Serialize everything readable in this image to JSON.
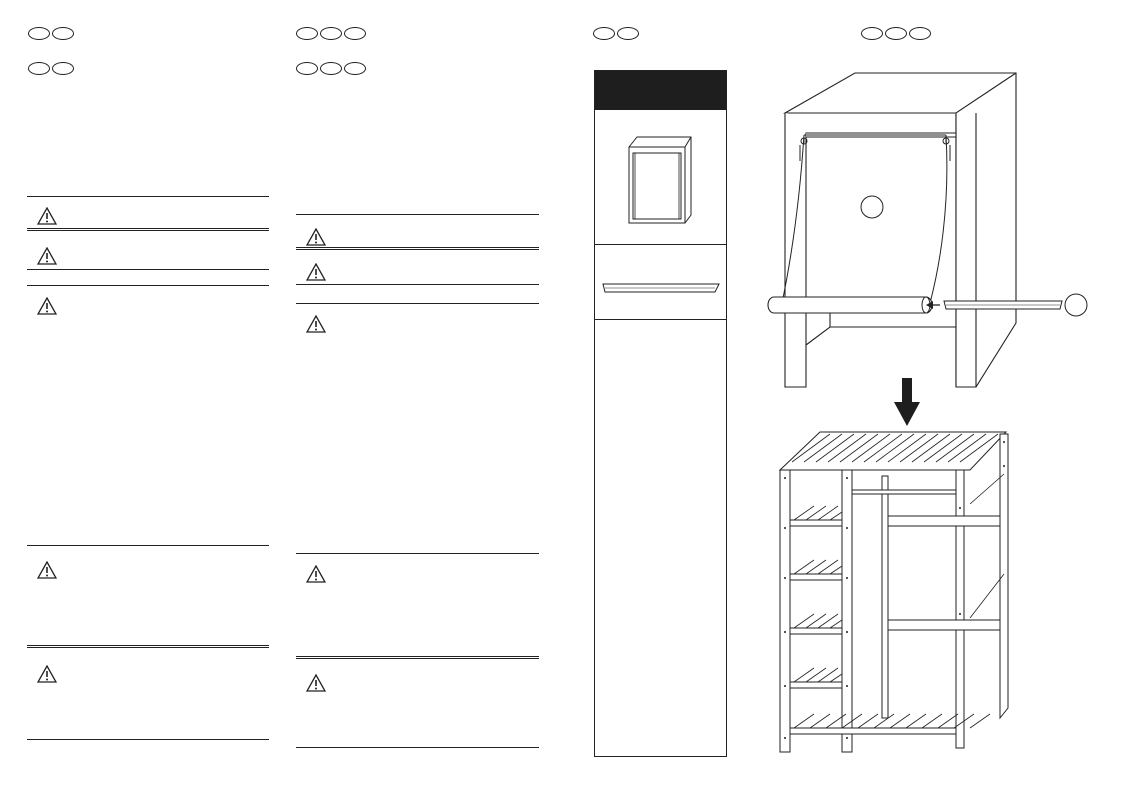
{
  "page": {
    "background": "#ffffff",
    "ink": "#1e1e1e"
  },
  "columns": [
    {
      "id": "col-1",
      "language_marker_rows": [
        2,
        2
      ],
      "warning_icons": [
        "warning-icon",
        "warning-icon",
        "warning-icon",
        "warning-icon",
        "warning-icon"
      ]
    },
    {
      "id": "col-2",
      "language_marker_rows": [
        3,
        3
      ],
      "warning_icons": [
        "warning-icon",
        "warning-icon",
        "warning-icon",
        "warning-icon",
        "warning-icon"
      ]
    }
  ],
  "parts_panel": {
    "header": "",
    "items": [
      "cabinet-frame",
      "rail-bar"
    ]
  },
  "illustration": {
    "header_marker_counts": [
      2,
      3
    ],
    "callouts": [
      "",
      ""
    ],
    "steps": [
      "canopy-frame-with-rail",
      "arrow-down",
      "shelving-unit"
    ]
  }
}
